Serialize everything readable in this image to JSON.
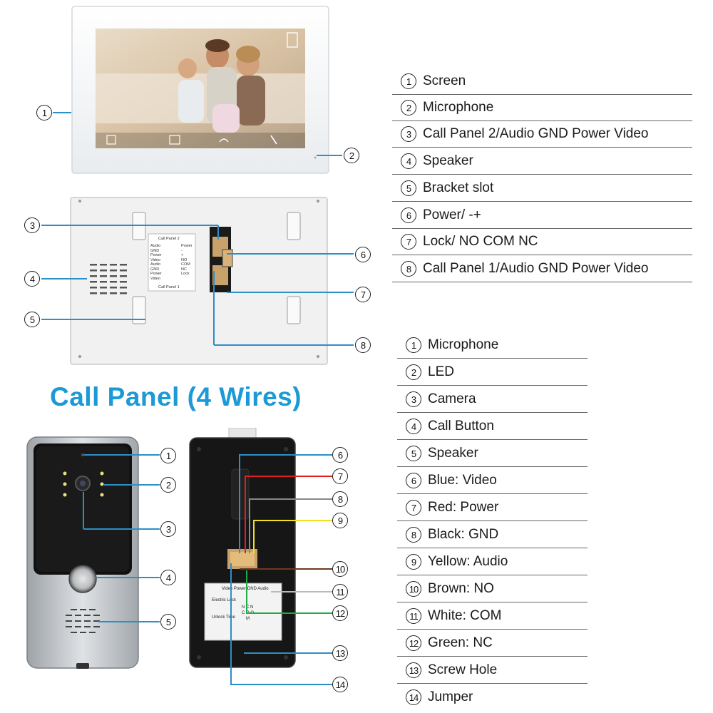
{
  "monitor_legend": [
    {
      "num": "1",
      "label": "Screen"
    },
    {
      "num": "2",
      "label": "Microphone"
    },
    {
      "num": "3",
      "label": "Call Panel 2/Audio GND Power Video"
    },
    {
      "num": "4",
      "label": "Speaker"
    },
    {
      "num": "5",
      "label": "Bracket slot"
    },
    {
      "num": "6",
      "label": "Power/ -+"
    },
    {
      "num": "7",
      "label": "Lock/ NO COM NC"
    },
    {
      "num": "8",
      "label": "Call Panel 1/Audio GND Power Video"
    }
  ],
  "call_panel_title": "Call Panel (4 Wires)",
  "call_panel_legend": [
    {
      "num": "1",
      "label": "Microphone"
    },
    {
      "num": "2",
      "label": "LED"
    },
    {
      "num": "3",
      "label": "Camera"
    },
    {
      "num": "4",
      "label": "Call Button"
    },
    {
      "num": "5",
      "label": "Speaker"
    },
    {
      "num": "6",
      "label": "Blue: Video"
    },
    {
      "num": "7",
      "label": "Red: Power"
    },
    {
      "num": "8",
      "label": "Black: GND"
    },
    {
      "num": "9",
      "label": "Yellow: Audio"
    },
    {
      "num": "10",
      "label": "Brown: NO"
    },
    {
      "num": "11",
      "label": "White: COM"
    },
    {
      "num": "12",
      "label": "Green: NC"
    },
    {
      "num": "13",
      "label": "Screw Hole"
    },
    {
      "num": "14",
      "label": "Jumper"
    }
  ],
  "monitor_back_label": {
    "title": "Call Panel 2",
    "left": [
      "Audio",
      "GND",
      "Power",
      "Video",
      "Audio",
      "GND",
      "Power",
      "Video"
    ],
    "right": [
      "Power",
      "-",
      "+",
      "NO",
      "COM",
      "NC",
      "Lock"
    ],
    "bottom": "Call Panel 1"
  },
  "panel_back_label": {
    "header": "Video Power GND Audio",
    "row1": "Electric Lock",
    "row2": "Unlock Time",
    "terminals": "N C N",
    "terminals2": "C O O",
    "terminals3": "M"
  },
  "colors": {
    "accent": "#1c9ad6",
    "callout_line": "#2c8fc8",
    "wire_blue": "#2c8fc8",
    "wire_red": "#e02020",
    "wire_black": "#333333",
    "wire_yellow": "#f0e020",
    "wire_brown": "#6b3a1e",
    "wire_white": "#bbbbbb",
    "wire_green": "#22aa44"
  }
}
